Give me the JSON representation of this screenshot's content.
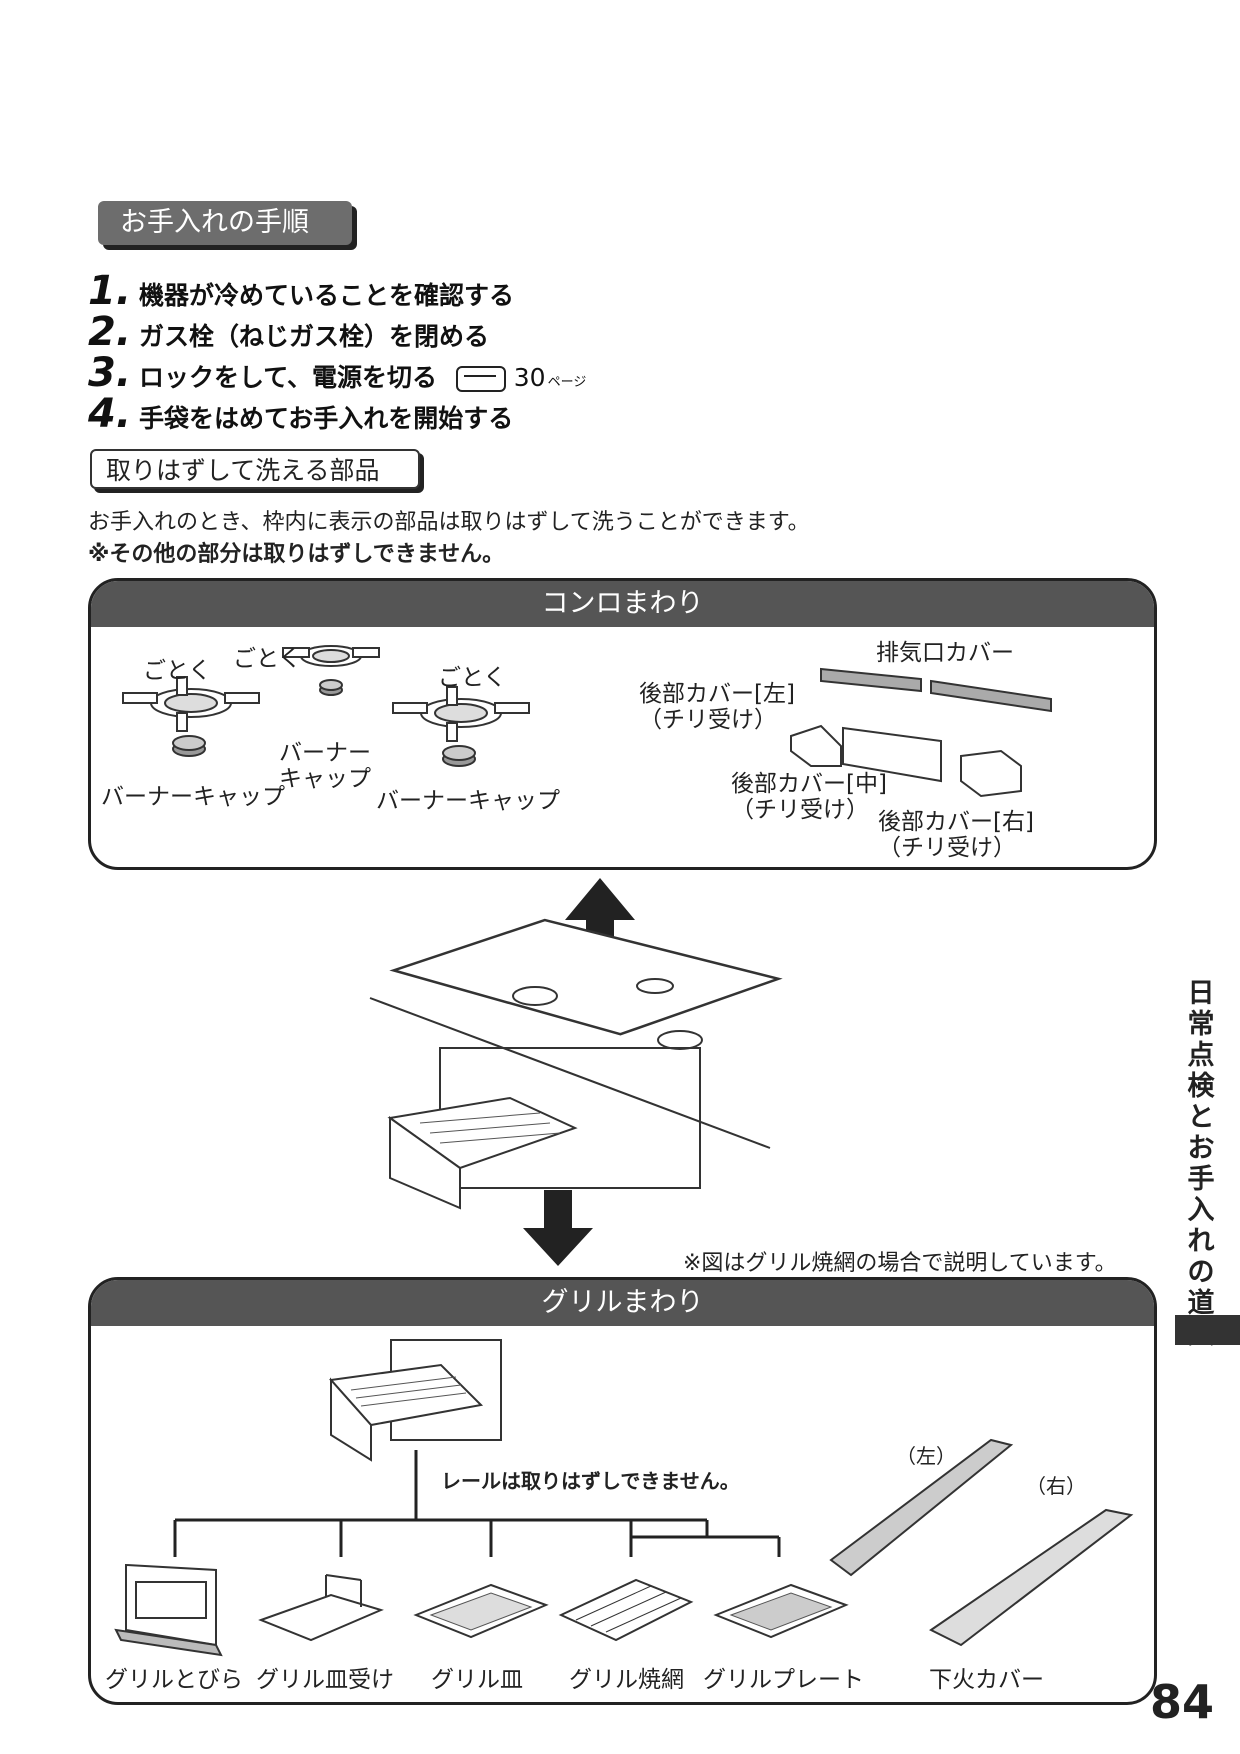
{
  "procedure": {
    "tab": "お手入れの手順",
    "steps": [
      {
        "num": "1.",
        "text": "機器が冷めていることを確認する"
      },
      {
        "num": "2.",
        "text": "ガス栓（ねじガス栓）を閉める"
      },
      {
        "num": "3.",
        "text": "ロックをして、電源を切る",
        "ref_icon": "pointing-hand-icon",
        "ref_page": "30",
        "ref_suffix": "ページ"
      },
      {
        "num": "4.",
        "text": "手袋をはめてお手入れを開始する"
      }
    ]
  },
  "removable": {
    "tab": "取りはずして洗える部品",
    "note1": "お手入れのとき、枠内に表示の部品は取りはずして洗うことができます。",
    "note2": "※その他の部分は取りはずしできません。"
  },
  "konro": {
    "header": "コンロまわり",
    "labels": {
      "gotoku1": "ごとく",
      "gotoku2": "ごとく",
      "gotoku3": "ごとく",
      "burner_cap1": "バーナーキャップ",
      "burner_cap2a": "バーナー",
      "burner_cap2b": "キャップ",
      "burner_cap3": "バーナーキャップ",
      "exhaust_cover": "排気口カバー",
      "rear_left_a": "後部カバー[左]",
      "rear_left_b": "（チリ受け）",
      "rear_mid_a": "後部カバー[中]",
      "rear_mid_b": "（チリ受け）",
      "rear_right_a": "後部カバー[右]",
      "rear_right_b": "（チリ受け）"
    }
  },
  "figure_note": "※図はグリル焼網の場合で説明しています。",
  "grill": {
    "header": "グリルまわり",
    "rail_note": "レールは取りはずしできません。",
    "left_tag": "（左）",
    "right_tag": "（右）",
    "parts": [
      "グリルとびら",
      "グリル皿受け",
      "グリル皿",
      "グリル焼網",
      "グリルプレート",
      "下火カバー"
    ]
  },
  "side_label": "日常点検とお手入れの道具",
  "page_number": "84"
}
